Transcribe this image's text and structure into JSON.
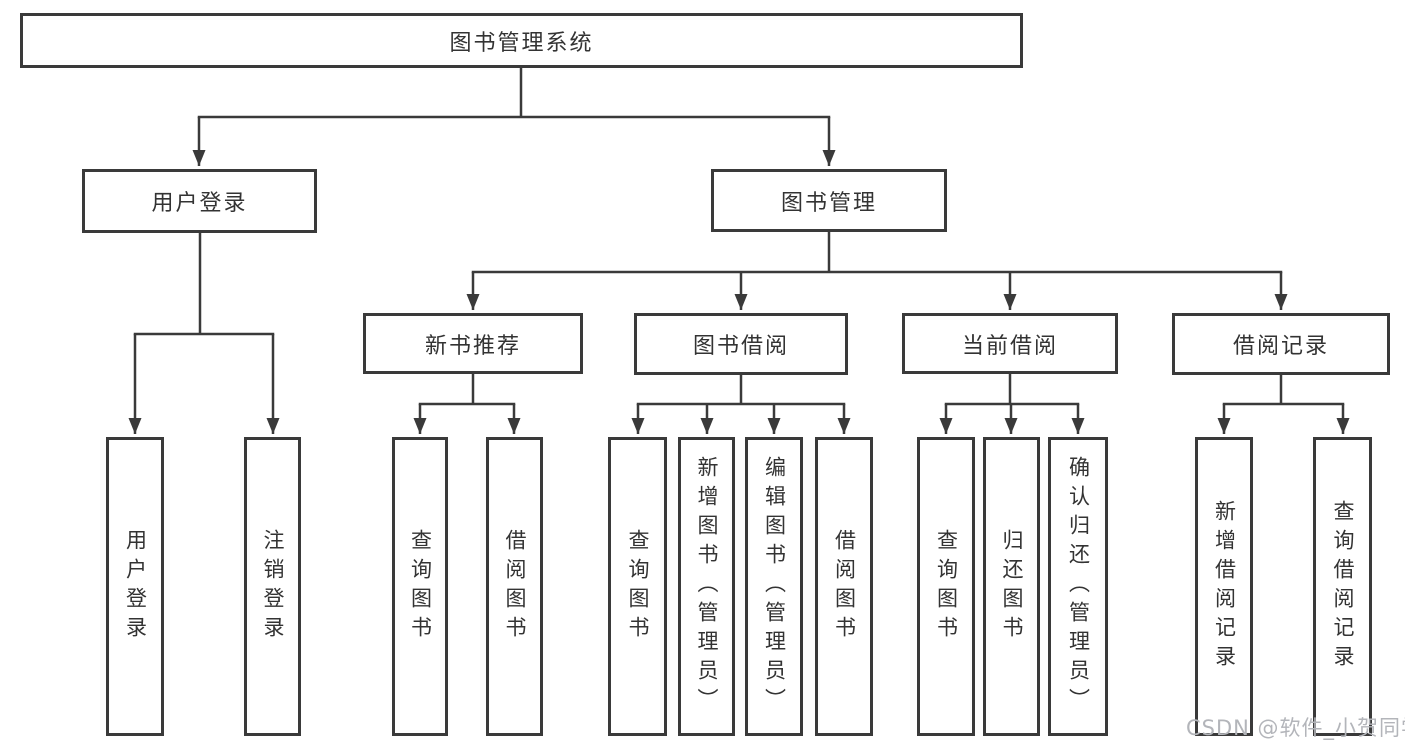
{
  "nodes": {
    "root": "图书管理系统",
    "level2": [
      "用户登录",
      "图书管理"
    ],
    "level3": [
      "新书推荐",
      "图书借阅",
      "当前借阅",
      "借阅记录"
    ],
    "leaves_user_login": [
      "用户登录",
      "注销登录"
    ],
    "leaves_new_book": [
      "查询图书",
      "借阅图书"
    ],
    "leaves_book_borrow": [
      "查询图书",
      "新增图书（管理员）",
      "编辑图书（管理员）",
      "借阅图书"
    ],
    "leaves_current_borrow": [
      "查询图书",
      "归还图书",
      "确认归还（管理员）"
    ],
    "leaves_borrow_records": [
      "新增借阅记录",
      "查询借阅记录"
    ]
  },
  "watermark": {
    "text": "CSDN @软件_小贺同学"
  },
  "colors": {
    "line": "#3a3a3a",
    "border": "#3a3a3a",
    "text": "#333333",
    "watermark": "#b3b5ba",
    "background": "#ffffff"
  }
}
